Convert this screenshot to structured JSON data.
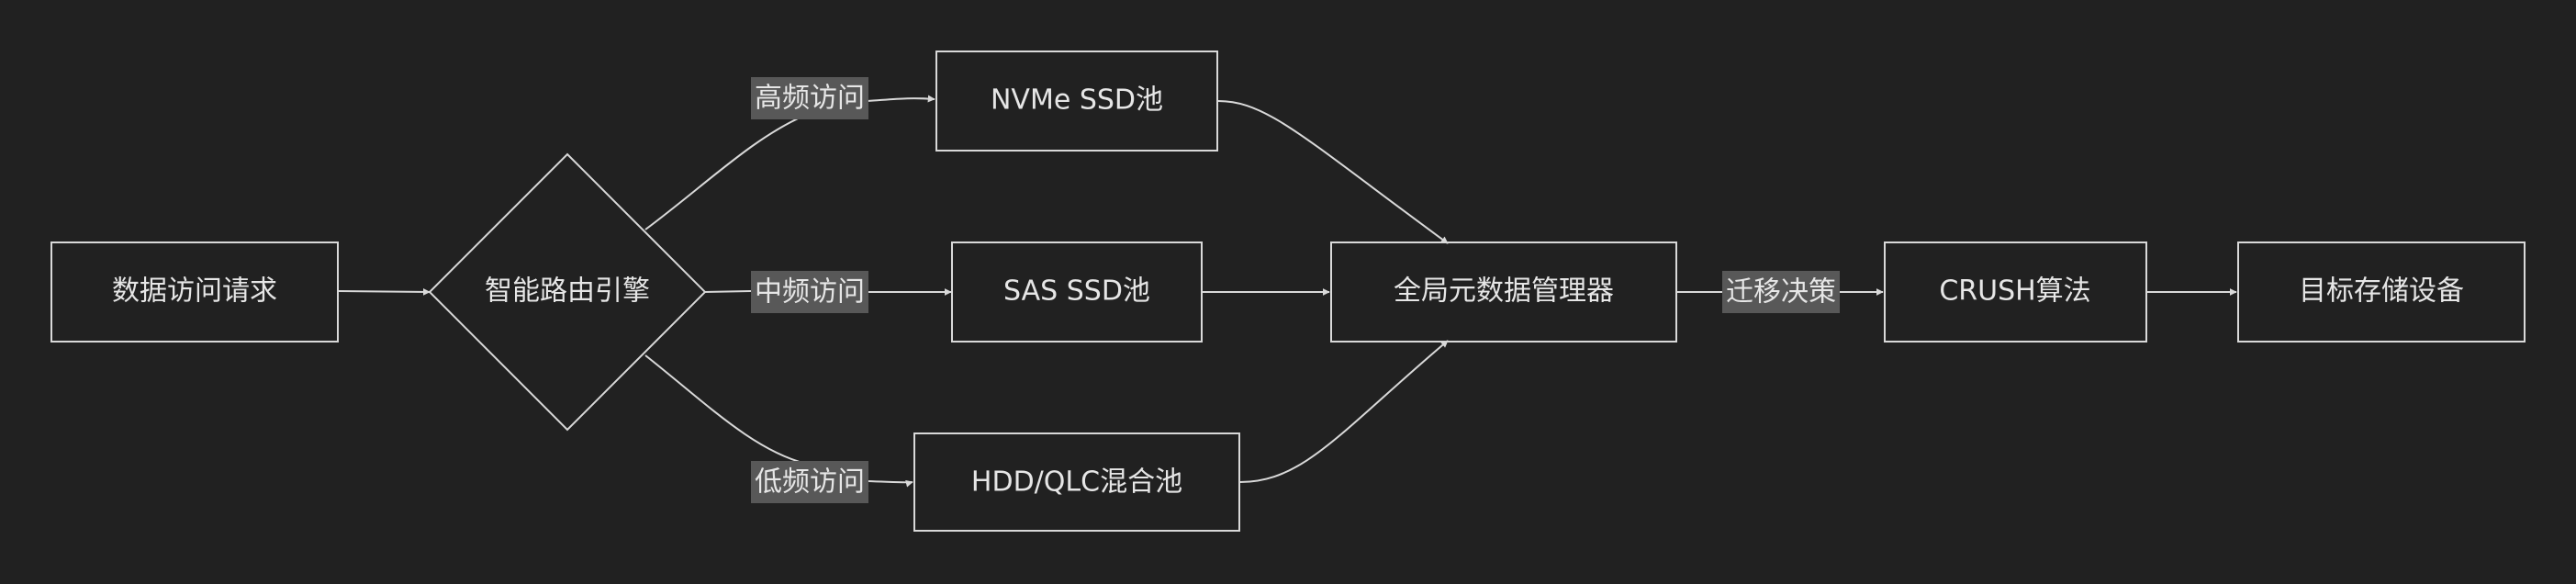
{
  "nodes": {
    "request": "数据访问请求",
    "router": "智能路由引擎",
    "nvme": "NVMe SSD池",
    "sas": "SAS SSD池",
    "hdd": "HDD/QLC混合池",
    "metadata": "全局元数据管理器",
    "crush": "CRUSH算法",
    "target": "目标存储设备"
  },
  "edge_labels": {
    "high": "高频访问",
    "medium": "中频访问",
    "low": "低频访问",
    "migration": "迁移决策"
  },
  "colors": {
    "background": "#212121",
    "stroke": "#d9d9d9",
    "text": "#e6e6e6",
    "label_background": "#585858"
  }
}
